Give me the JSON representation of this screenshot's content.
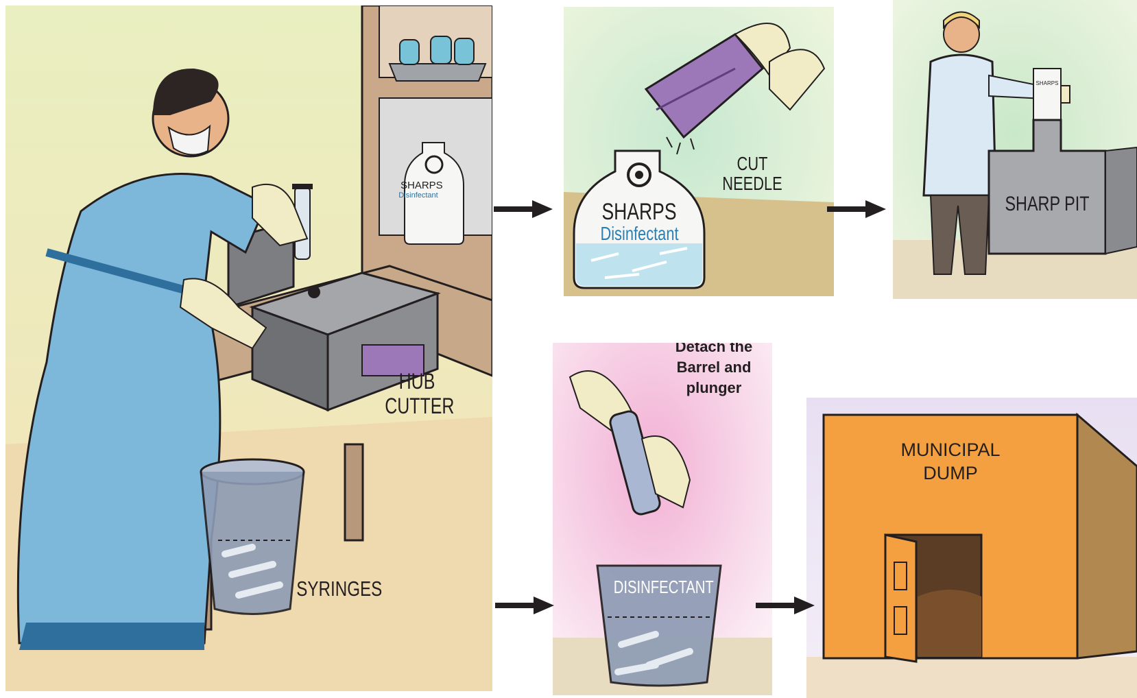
{
  "colors": {
    "sari": "#7db7d9",
    "sari_border": "#2f6f9e",
    "machine": "#8c8d90",
    "glove": "#f1ecc6",
    "purple": "#9d78b8",
    "wall_orange": "#f4a040",
    "wall_brown": "#b08850",
    "arrow": "#231f20"
  },
  "steps": {
    "hub_cutter": {
      "label_line1": "HUB",
      "label_line2": "CUTTER",
      "bin_label": "SYRINGES",
      "icon": "hub-cutter-machine-icon"
    },
    "shelf_bottle": {
      "line1": "SHARPS",
      "line2": "Disinfectant"
    },
    "cut_needle": {
      "label": "CUT NEEDLE",
      "bottle_line1": "SHARPS",
      "bottle_line2": "Disinfectant",
      "icon": "biohazard-icon"
    },
    "sharp_pit": {
      "label": "SHARP PIT",
      "bottle_label": "SHARPS"
    },
    "detach": {
      "line1": "Detach the",
      "line2": "Barrel and",
      "line3": "plunger",
      "bin_label": "DISINFECTANT"
    },
    "dump": {
      "line1": "MUNICIPAL",
      "line2": "DUMP"
    }
  },
  "flow_arrows": [
    "hub_cutter -> cut_needle",
    "cut_needle -> sharp_pit",
    "hub_cutter -> detach",
    "detach -> dump"
  ]
}
